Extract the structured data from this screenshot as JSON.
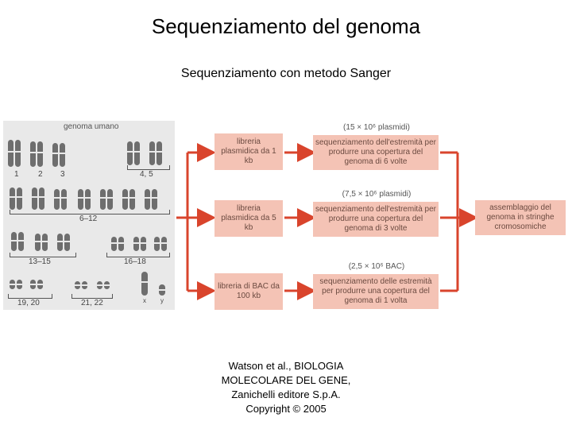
{
  "title": "Sequenziamento del genoma",
  "subtitle": "Sequenziamento con metodo Sanger",
  "karyotype": {
    "title": "genoma umano",
    "labels": [
      "1",
      "2",
      "3",
      "4, 5",
      "6–12",
      "13–15",
      "16–18",
      "19, 20",
      "21, 22",
      "x",
      "y"
    ]
  },
  "libraries": [
    {
      "label": "libreria plasmidica da 1 kb"
    },
    {
      "label": "libreria plasmidica da 5 kb"
    },
    {
      "label": "libreria di BAC da 100 kb"
    }
  ],
  "quantities": [
    "(15 × 10⁶ plasmidi)",
    "(7,5 × 10⁶ plasmidi)",
    "(2,5 × 10⁶ BAC)"
  ],
  "sequencing": [
    "sequenziamento dell'estremità per produrre una copertura del genoma di 6 volte",
    "sequenziamento dell'estremità per produrre una copertura del genoma di 3 volte",
    "sequenziamento delle estremità per produrre una copertura del genoma di 1 volta"
  ],
  "assembly": "assemblaggio del genoma in stringhe cromosomiche",
  "credit": [
    "Watson et al., BIOLOGIA",
    "MOLECOLARE DEL GENE,",
    "Zanichelli editore S.p.A.",
    "Copyright © 2005"
  ],
  "colors": {
    "box_fill": "#f4c3b5",
    "arrow": "#d9442c",
    "panel": "#e9e9e9"
  }
}
